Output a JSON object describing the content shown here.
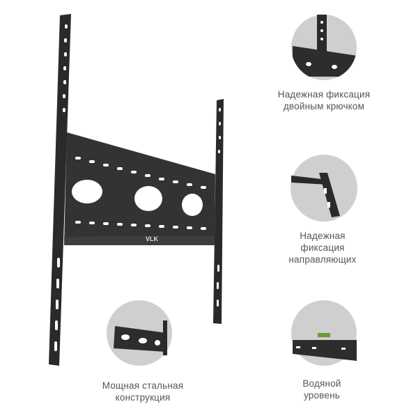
{
  "product": {
    "brand_logo": "VLK",
    "colors": {
      "metal": "#2b2b2b",
      "circle_bg": "#cfcfcf",
      "caption": "#555555"
    }
  },
  "features": [
    {
      "icon": "double-hook-detail",
      "lines": [
        "Надежная фиксация",
        "двойным крючком"
      ]
    },
    {
      "icon": "guide-lock-detail",
      "lines": [
        "Надежная",
        "фиксация",
        "направляющих"
      ]
    },
    {
      "icon": "steel-construction-detail",
      "lines": [
        "Мощная стальная",
        "конструкция"
      ]
    },
    {
      "icon": "bubble-level-detail",
      "lines": [
        "Водяной",
        "уровень"
      ]
    }
  ]
}
